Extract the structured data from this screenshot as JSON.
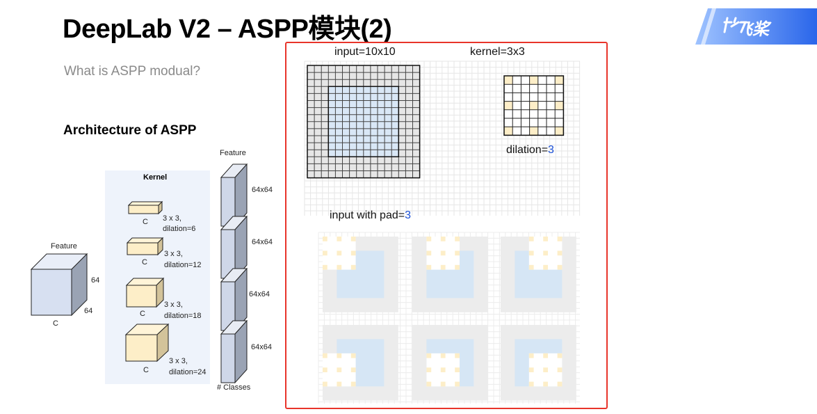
{
  "slide": {
    "title": "DeepLab V2 – ASPP模块(2)",
    "subtitle": "What is ASPP modual?",
    "architecture_heading": "Architecture of ASPP",
    "logo_text": "飞桨"
  },
  "architecture": {
    "input_feature_label": "Feature",
    "input_dims": {
      "height": "64",
      "width": "64",
      "channels": "C"
    },
    "kernel_panel_title": "Kernel",
    "kernels": [
      {
        "channel": "C",
        "size": "3 x 3,",
        "dilation": "dilation=6"
      },
      {
        "channel": "C",
        "size": "3 x 3,",
        "dilation": "dilation=12"
      },
      {
        "channel": "C",
        "size": "3 x 3,",
        "dilation": "dilation=18"
      },
      {
        "channel": "C",
        "size": "3 x 3,",
        "dilation": "dilation=24"
      }
    ],
    "output_feature_label": "Feature",
    "outputs": [
      "64x64",
      "64x64",
      "64x64",
      "64x64"
    ],
    "output_classes_label": "# Classes"
  },
  "dilation_demo": {
    "input_label": "input=10x10",
    "kernel_label": "kernel=3x3",
    "dilation_prefix": "dilation=",
    "dilation_value": "3",
    "pad_prefix": "input with pad=",
    "pad_value": "3",
    "colors": {
      "frame": "#e8342a",
      "input_fill": "#d9e7f6",
      "pad_fill": "#e6e6e6",
      "tap_fill": "#fdeec8",
      "accent_blue": "#1a4fd6"
    }
  }
}
